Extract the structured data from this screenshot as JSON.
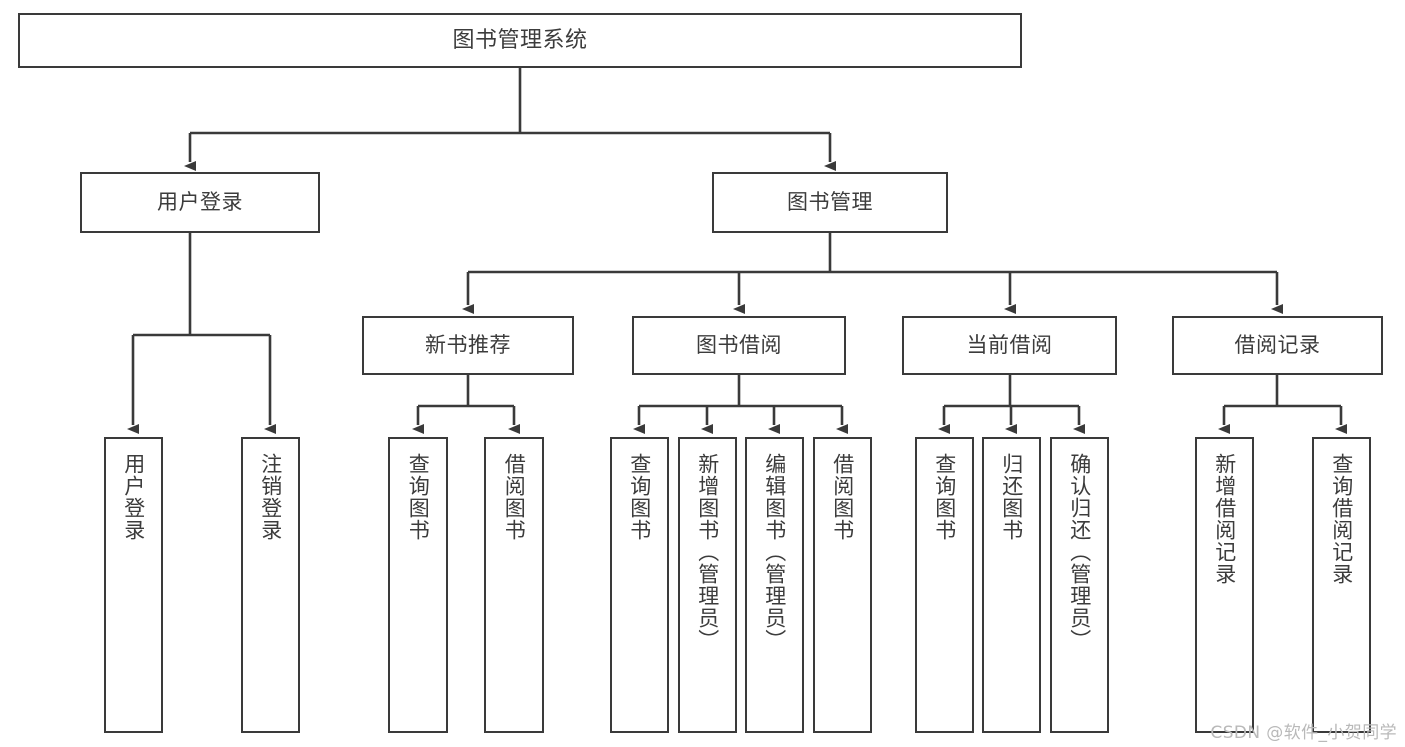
{
  "diagram": {
    "title": "图书管理系统",
    "type": "tree-hierarchy-chart",
    "colors": {
      "box_border": "#3a3a3a",
      "box_fill": "#ffffff",
      "text": "#3c3c3c",
      "edge": "#3a3a3a",
      "watermark": "#b9b9b9"
    },
    "nodes": {
      "root": {
        "label": "图书管理系统"
      },
      "level2": [
        {
          "label": "用户登录"
        },
        {
          "label": "图书管理"
        }
      ],
      "level3": [
        {
          "label": "新书推荐"
        },
        {
          "label": "图书借阅"
        },
        {
          "label": "当前借阅"
        },
        {
          "label": "借阅记录"
        }
      ],
      "leaves": {
        "user_login": [
          {
            "label": "用户登录"
          },
          {
            "label": "注销登录"
          }
        ],
        "new_book_recommend": [
          {
            "label": "查询图书"
          },
          {
            "label": "借阅图书"
          }
        ],
        "book_borrow": [
          {
            "label": "查询图书"
          },
          {
            "label": "新增图书（管理员）"
          },
          {
            "label": "编辑图书（管理员）"
          },
          {
            "label": "借阅图书"
          }
        ],
        "current_borrow": [
          {
            "label": "查询图书"
          },
          {
            "label": "归还图书"
          },
          {
            "label": "确认归还（管理员）"
          }
        ],
        "borrow_record": [
          {
            "label": "新增借阅记录"
          },
          {
            "label": "查询借阅记录"
          }
        ]
      }
    },
    "watermark": "CSDN @软件_小贺同学"
  }
}
